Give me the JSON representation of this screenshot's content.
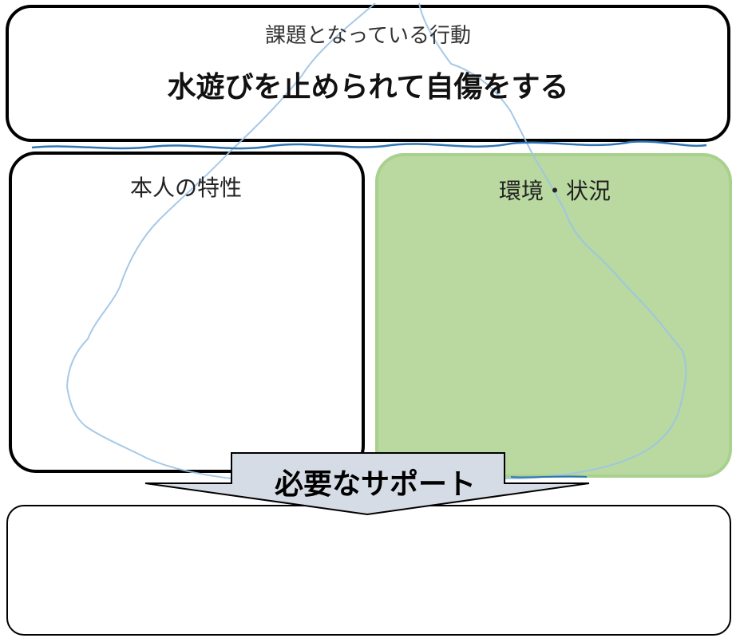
{
  "behavior_box": {
    "subtitle": "課題となっている行動",
    "title": "水遊びを止められて自傷をする"
  },
  "characteristics_box": {
    "label": "本人の特性"
  },
  "environment_box": {
    "label": "環境・状況",
    "fill_color": "#b9d9a0",
    "border_color": "#a9d18e"
  },
  "support_arrow": {
    "label": "必要なサポート",
    "fill_color": "#d6dce5"
  },
  "support_box": {
    "text": ""
  },
  "sketch": {
    "iceberg_color": "#9dc3e6",
    "waterline_color": "#2e75b6"
  }
}
